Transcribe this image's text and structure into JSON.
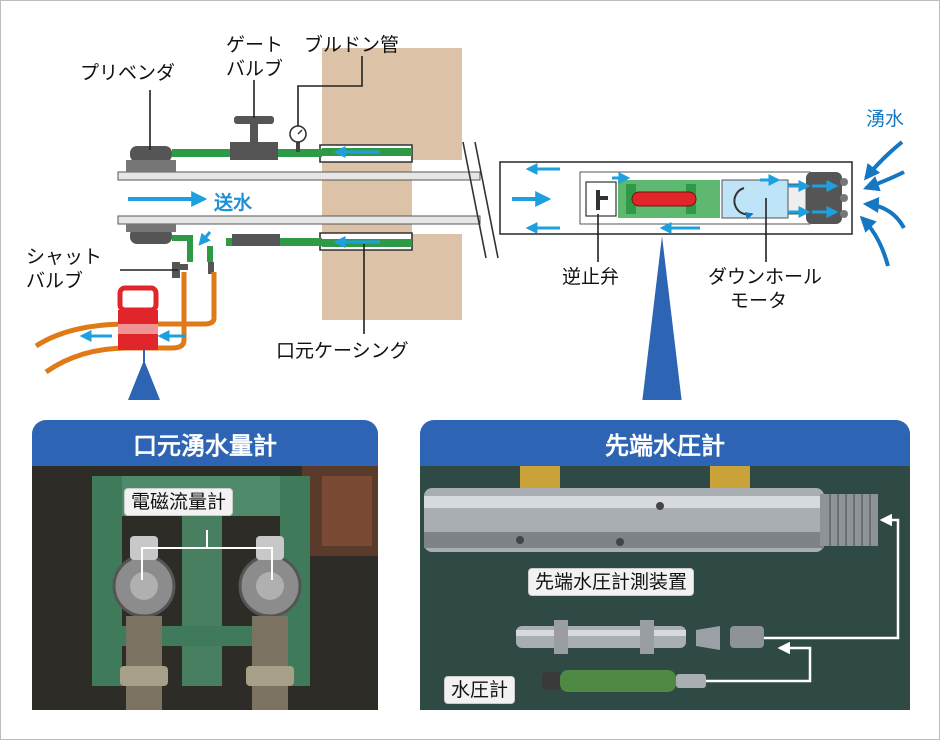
{
  "diagram": {
    "labels": {
      "preventer": "プリベンダ",
      "gate_valve_1": "ゲート",
      "gate_valve_2": "バルブ",
      "bourdon_tube": "ブルドン管",
      "water_supply": "送水",
      "inflow": "湧水",
      "shut_valve_1": "シャット",
      "shut_valve_2": "バルブ",
      "check_valve": "逆止弁",
      "downhole_motor_1": "ダウンホール",
      "downhole_motor_2": "モータ",
      "collar_casing": "口元ケーシング"
    },
    "colors": {
      "pipe_green": "#2f9a45",
      "flow_blue": "#1ea0e0",
      "inflow_blue": "#1577c2",
      "ground": "#dcc2a6",
      "hose_orange": "#e07a18",
      "panel_blue": "#2e64b4"
    }
  },
  "panels": {
    "left": {
      "title": "口元湧水量計",
      "tag": "電磁流量計"
    },
    "right": {
      "title": "先端水圧計",
      "tag_device": "先端水圧計測装置",
      "tag_gauge": "水圧計"
    }
  }
}
